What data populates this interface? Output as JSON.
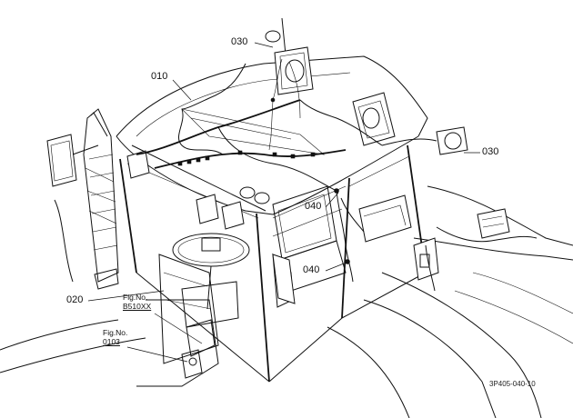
{
  "callouts": {
    "c030a": "030",
    "c010": "010",
    "c030b": "030",
    "c040a": "040",
    "c040b": "040",
    "c020": "020"
  },
  "refs": {
    "r1_line1": "Fig.No.",
    "r1_line2": "B510XX",
    "r2_line1": "Fig.No.",
    "r2_line2": "0103"
  },
  "drawing_code": "3P405-040-10"
}
